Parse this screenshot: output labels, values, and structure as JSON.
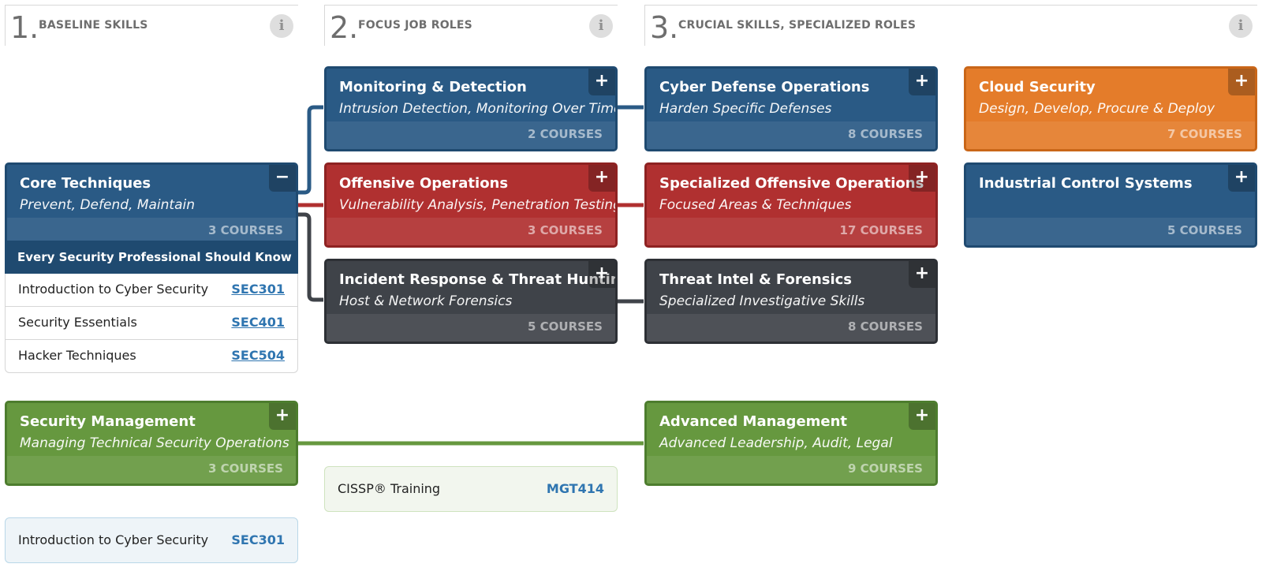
{
  "columns": [
    {
      "num": "1.",
      "title": "BASELINE SKILLS"
    },
    {
      "num": "2.",
      "title": "FOCUS JOB ROLES"
    },
    {
      "num": "3.",
      "title": "CRUCIAL SKILLS, SPECIALIZED ROLES"
    }
  ],
  "info_glyph": "i",
  "cards": {
    "core": {
      "title": "Core Techniques",
      "subtitle": "Prevent, Defend, Maintain",
      "courses": "3 COURSES",
      "toggle": "−"
    },
    "monitoring": {
      "title": "Monitoring & Detection",
      "subtitle": "Intrusion Detection, Monitoring Over Time",
      "courses": "2 COURSES",
      "toggle": "+"
    },
    "offensive": {
      "title": "Offensive Operations",
      "subtitle": "Vulnerability Analysis, Penetration Testing",
      "courses": "3 COURSES",
      "toggle": "+"
    },
    "incident": {
      "title": "Incident Response & Threat Hunting",
      "subtitle": "Host & Network Forensics",
      "courses": "5 COURSES",
      "toggle": "+"
    },
    "cyberdef": {
      "title": "Cyber Defense Operations",
      "subtitle": "Harden Specific Defenses",
      "courses": "8 COURSES",
      "toggle": "+"
    },
    "specoff": {
      "title": "Specialized Offensive Operations",
      "subtitle": "Focused Areas & Techniques",
      "courses": "17 COURSES",
      "toggle": "+"
    },
    "threatintel": {
      "title": "Threat Intel & Forensics",
      "subtitle": "Specialized Investigative Skills",
      "courses": "8 COURSES",
      "toggle": "+"
    },
    "cloud": {
      "title": "Cloud Security",
      "subtitle": "Design, Develop, Procure & Deploy",
      "courses": "7 COURSES",
      "toggle": "+"
    },
    "ics": {
      "title": "Industrial Control Systems",
      "subtitle": "",
      "courses": "5 COURSES",
      "toggle": "+"
    },
    "secmgmt": {
      "title": "Security Management",
      "subtitle": "Managing Technical Security Operations",
      "courses": "3 COURSES",
      "toggle": "+"
    },
    "advmgmt": {
      "title": "Advanced Management",
      "subtitle": "Advanced Leadership, Audit, Legal",
      "courses": "9 COURSES",
      "toggle": "+"
    }
  },
  "core_expanded": {
    "heading": "Every Security Professional Should Know",
    "courses": [
      {
        "name": "Introduction to Cyber Security",
        "code": "SEC301"
      },
      {
        "name": "Security Essentials",
        "code": "SEC401"
      },
      {
        "name": "Hacker Techniques",
        "code": "SEC504"
      }
    ]
  },
  "cissp": {
    "name": "CISSP® Training",
    "code": "MGT414"
  },
  "intro_bottom": {
    "name": "Introduction to Cyber Security",
    "code": "SEC301"
  },
  "colors": {
    "blue": "#2a5a85",
    "red": "#b03030",
    "dark": "#3f4349",
    "green": "#66983f",
    "orange": "#e47c2a",
    "link": "#2f75b0"
  }
}
